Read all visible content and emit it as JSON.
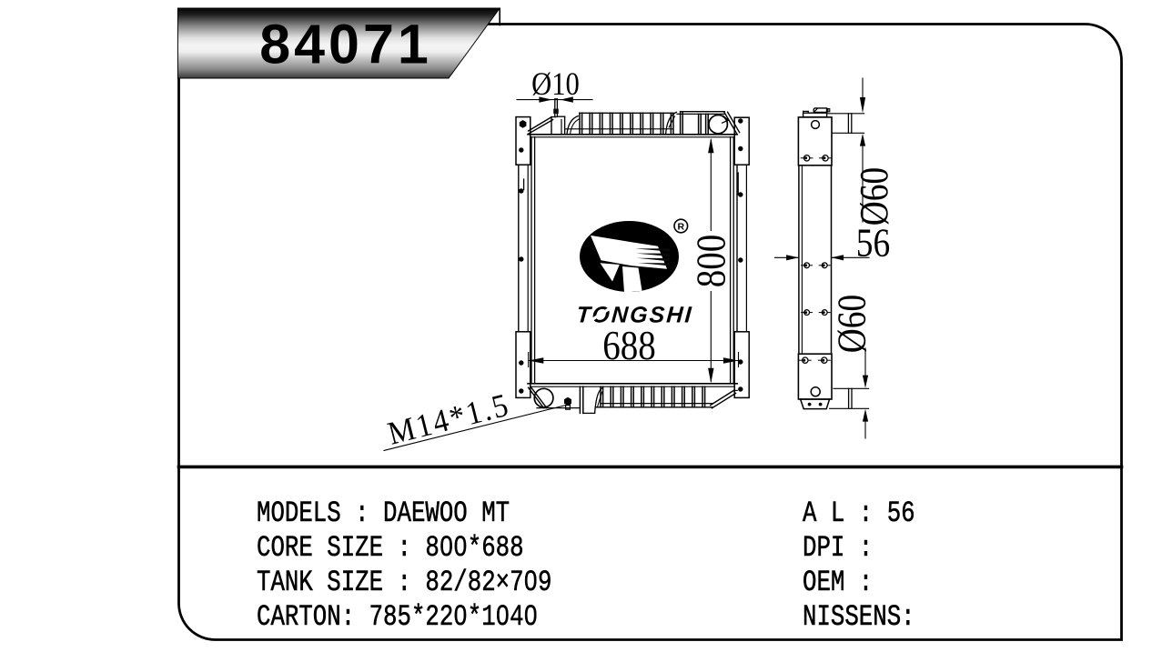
{
  "page": {
    "background": "#ffffff",
    "ink": "#000000"
  },
  "banner": {
    "part_number": "84071"
  },
  "front_view": {
    "dim_filler_diameter": "Ø10",
    "dim_core_height": "800",
    "dim_core_width": "688",
    "drain_thread_label": "M14*1.5"
  },
  "side_view": {
    "dim_top_pipe_diameter": "Ø60",
    "dim_core_thickness": "56",
    "dim_bottom_pipe_diameter": "Ø60"
  },
  "logo": {
    "brand": "TONGSHI",
    "registered_mark": "R"
  },
  "spec_table": {
    "left_rows": [
      "MODELS : DAEWOO MT",
      "CORE SIZE : 800*688",
      "TANK SIZE : 82/82×709",
      "CARTON: 785*220*1040"
    ],
    "right_rows": [
      "A L : 56",
      "DPI :",
      "OEM :",
      "NISSENS:"
    ]
  }
}
